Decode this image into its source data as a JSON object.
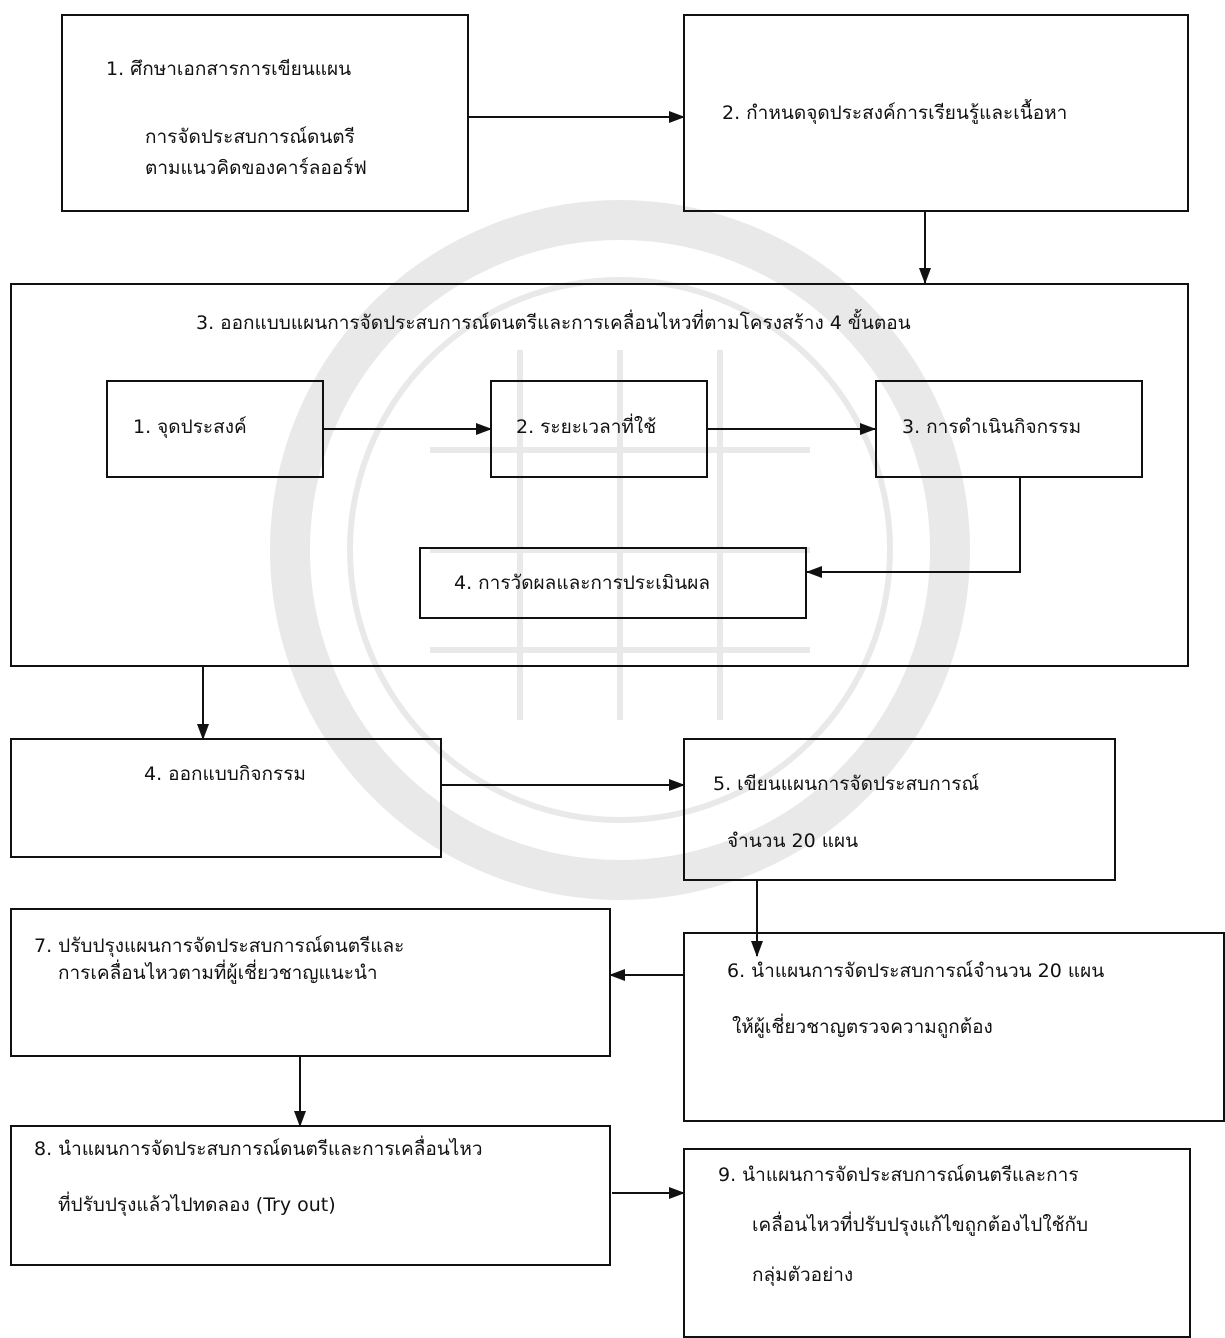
{
  "steps": {
    "s1": {
      "l1": "1.    ศึกษาเอกสารการเขียนแผน",
      "l2": "การจัดประสบการณ์ดนตรี",
      "l3": "ตามแนวคิดของคาร์ลออร์ฟ"
    },
    "s2": {
      "l1": "2. กำหนดจุดประสงค์การเรียนรู้และเนื้อหา"
    },
    "s3": {
      "title": "3. ออกแบบแผนการจัดประสบการณ์ดนตรีและการเคลื่อนไหวที่ตามโครงสร้าง  4  ขั้นตอน",
      "sub1": "1. จุดประสงค์",
      "sub2": "2. ระยะเวลาที่ใช้",
      "sub3": "3. การดำเนินกิจกรรม",
      "sub4": "4. การวัดผลและการประเมินผล"
    },
    "s4": {
      "l1": "4. ออกแบบกิจกรรม"
    },
    "s5": {
      "l1": "5. เขียนแผนการจัดประสบการณ์",
      "l2": "จำนวน  20  แผน"
    },
    "s6": {
      "l1": "6. นำแผนการจัดประสบการณ์จำนวน  20  แผน",
      "l2": "ให้ผู้เชี่ยวชาญตรวจความถูกต้อง"
    },
    "s7": {
      "l1": "7. ปรับปรุงแผนการจัดประสบการณ์ดนตรีและ",
      "l2": "การเคลื่อนไหวตามที่ผู้เชี่ยวชาญแนะนำ"
    },
    "s8": {
      "l1": "8. นำแผนการจัดประสบการณ์ดนตรีและการเคลื่อนไหว",
      "l2": "ที่ปรับปรุงแล้วไปทดลอง  (Try out)"
    },
    "s9": {
      "l1": "9. นำแผนการจัดประสบการณ์ดนตรีและการ",
      "l2": "เคลื่อนไหวที่ปรับปรุงแก้ไขถูกต้องไปใช้กับ",
      "l3": "กลุ่มตัวอย่าง"
    }
  }
}
